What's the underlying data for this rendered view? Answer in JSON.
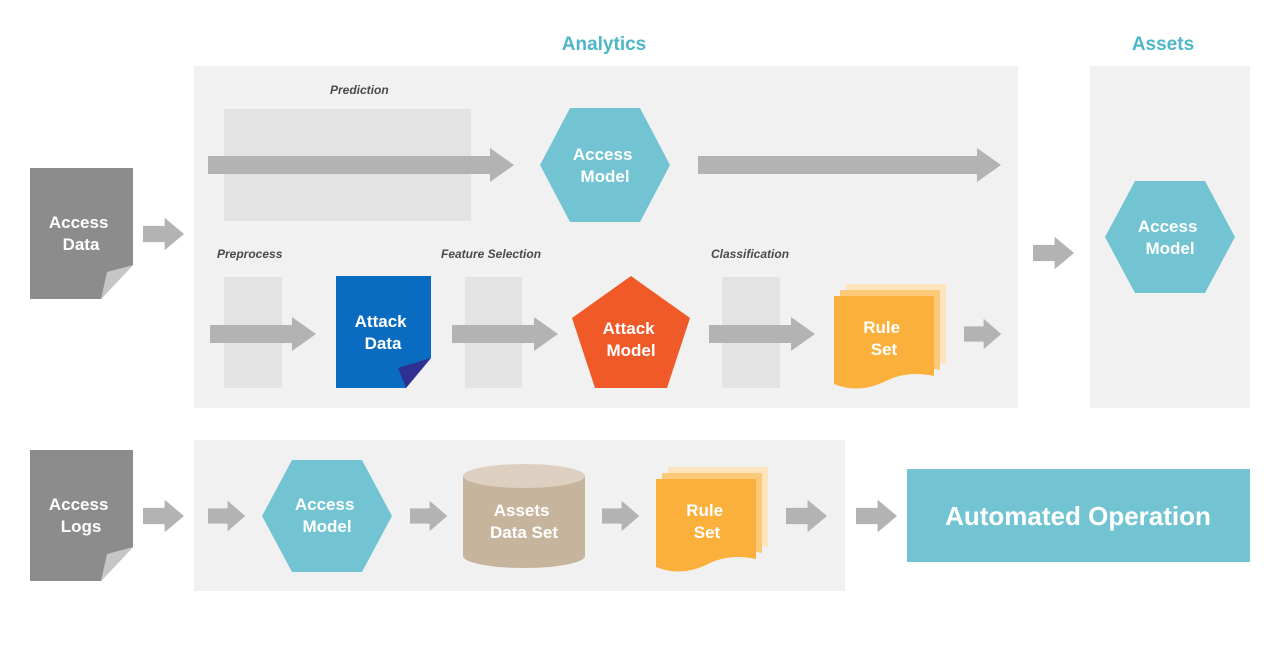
{
  "headers": {
    "analytics": "Analytics",
    "assets": "Assets"
  },
  "stages": {
    "prediction": "Prediction",
    "preprocess": "Preprocess",
    "feature_selection": "Feature Selection",
    "classification": "Classification"
  },
  "nodes": {
    "access_data": [
      "Access",
      "Data"
    ],
    "access_model_prediction": [
      "Access",
      "Model"
    ],
    "attack_data": [
      "Attack",
      "Data"
    ],
    "attack_model": [
      "Attack",
      "Model"
    ],
    "rule_set_top": [
      "Rule",
      "Set"
    ],
    "access_model_assets": [
      "Access",
      "Model"
    ],
    "access_logs": [
      "Access",
      "Logs"
    ],
    "access_model_bottom": [
      "Access",
      "Model"
    ],
    "assets_data_set": [
      "Assets",
      "Data Set"
    ],
    "rule_set_bottom": [
      "Rule",
      "Set"
    ],
    "automated_operation": "Automated Operation"
  },
  "colors": {
    "accent_teal": "#4fb6c9",
    "hexagon_teal": "#72c4d3",
    "panel_gray": "#f1f1f1",
    "doc_gray": "#8c8c8c",
    "arrow_gray": "#b3b3b3",
    "attack_blue": "#0a6cc0",
    "attack_orange": "#f05a28",
    "rule_amber": "#fbb03b",
    "cylinder_tan": "#c7b49c"
  }
}
